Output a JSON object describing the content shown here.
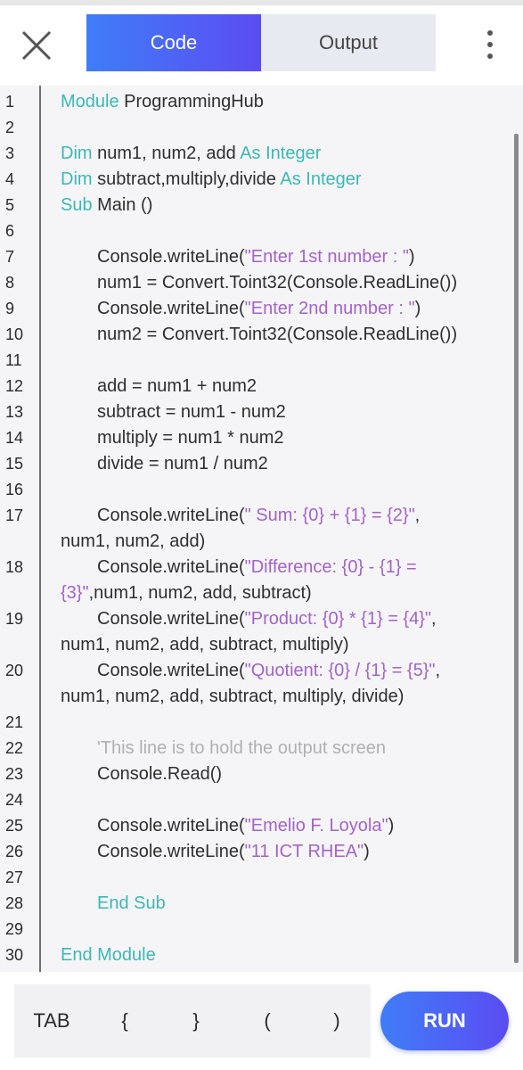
{
  "header": {
    "tabs": [
      {
        "label": "Code",
        "active": true
      },
      {
        "label": "Output",
        "active": false
      }
    ],
    "close_icon": "close-icon",
    "more_icon": "more-vertical-icon"
  },
  "colors": {
    "accent_start": "#3f7df8",
    "accent_end": "#5b4cf2",
    "keyword": "#3cb8b6",
    "string": "#a463c7",
    "comment": "#b0b0b0"
  },
  "editor": {
    "lines": [
      {
        "n": "1",
        "indent": 0,
        "parts": [
          {
            "t": "Module",
            "c": "kw"
          },
          {
            "t": " ProgrammingHub",
            "c": ""
          }
        ]
      },
      {
        "n": "2",
        "indent": 0,
        "parts": []
      },
      {
        "n": "3",
        "indent": 0,
        "parts": [
          {
            "t": "Dim",
            "c": "kw"
          },
          {
            "t": " num1, num2, add ",
            "c": ""
          },
          {
            "t": "As Integer",
            "c": "kw"
          }
        ]
      },
      {
        "n": "4",
        "indent": 0,
        "parts": [
          {
            "t": "Dim",
            "c": "kw"
          },
          {
            "t": " subtract,multiply,divide ",
            "c": ""
          },
          {
            "t": "As Integer",
            "c": "kw"
          }
        ]
      },
      {
        "n": "5",
        "indent": 0,
        "parts": [
          {
            "t": "Sub",
            "c": "kw"
          },
          {
            "t": " Main ()",
            "c": ""
          }
        ]
      },
      {
        "n": "6",
        "indent": 0,
        "parts": []
      },
      {
        "n": "7",
        "indent": 1,
        "parts": [
          {
            "t": "Console.writeLine(",
            "c": ""
          },
          {
            "t": "\"Enter 1st number : \"",
            "c": "str"
          },
          {
            "t": ")",
            "c": ""
          }
        ]
      },
      {
        "n": "8",
        "indent": 1,
        "parts": [
          {
            "t": "num1 = Convert.Toint32(Console.ReadLine())",
            "c": ""
          }
        ]
      },
      {
        "n": "9",
        "indent": 1,
        "parts": [
          {
            "t": "Console.writeLine(",
            "c": ""
          },
          {
            "t": "\"Enter 2nd number : \"",
            "c": "str"
          },
          {
            "t": ")",
            "c": ""
          }
        ]
      },
      {
        "n": "10",
        "indent": 1,
        "parts": [
          {
            "t": "num2 = Convert.Toint32(Console.ReadLine())",
            "c": ""
          }
        ]
      },
      {
        "n": "11",
        "indent": 0,
        "parts": []
      },
      {
        "n": "12",
        "indent": 1,
        "parts": [
          {
            "t": "add = num1 + num2",
            "c": ""
          }
        ]
      },
      {
        "n": "13",
        "indent": 1,
        "parts": [
          {
            "t": "subtract = num1 - num2",
            "c": ""
          }
        ]
      },
      {
        "n": "14",
        "indent": 1,
        "parts": [
          {
            "t": "multiply = num1 * num2",
            "c": ""
          }
        ]
      },
      {
        "n": "15",
        "indent": 1,
        "parts": [
          {
            "t": "divide = num1 / num2",
            "c": ""
          }
        ]
      },
      {
        "n": "16",
        "indent": 0,
        "parts": []
      },
      {
        "n": "17",
        "indent": 1,
        "parts": [
          {
            "t": "Console.writeLine(",
            "c": ""
          },
          {
            "t": "\" Sum: {0} + {1} = {2}\"",
            "c": "str"
          },
          {
            "t": ",",
            "c": ""
          }
        ]
      },
      {
        "n": "",
        "indent": 0,
        "parts": [
          {
            "t": "num1, num2, add)",
            "c": ""
          }
        ]
      },
      {
        "n": "18",
        "indent": 1,
        "parts": [
          {
            "t": "Console.writeLine(",
            "c": ""
          },
          {
            "t": "\"Difference: {0} - {1} =",
            "c": "str"
          }
        ]
      },
      {
        "n": "",
        "indent": 0,
        "parts": [
          {
            "t": "{3}\"",
            "c": "str"
          },
          {
            "t": ",num1, num2, add, subtract)",
            "c": ""
          }
        ]
      },
      {
        "n": "19",
        "indent": 1,
        "parts": [
          {
            "t": "Console.writeLine(",
            "c": ""
          },
          {
            "t": "\"Product: {0} * {1} = {4}\"",
            "c": "str"
          },
          {
            "t": ",",
            "c": ""
          }
        ]
      },
      {
        "n": "",
        "indent": 0,
        "parts": [
          {
            "t": "num1, num2, add, subtract, multiply)",
            "c": ""
          }
        ]
      },
      {
        "n": "20",
        "indent": 1,
        "parts": [
          {
            "t": "Console.writeLine(",
            "c": ""
          },
          {
            "t": "\"Quotient: {0} / {1} = {5}\"",
            "c": "str"
          },
          {
            "t": ",",
            "c": ""
          }
        ]
      },
      {
        "n": "",
        "indent": 0,
        "parts": [
          {
            "t": "num1, num2, add, subtract, multiply, divide)",
            "c": ""
          }
        ]
      },
      {
        "n": "21",
        "indent": 0,
        "parts": []
      },
      {
        "n": "22",
        "indent": 1,
        "parts": [
          {
            "t": "'This line is to hold the output screen",
            "c": "cm"
          }
        ]
      },
      {
        "n": "23",
        "indent": 1,
        "parts": [
          {
            "t": "Console.Read()",
            "c": ""
          }
        ]
      },
      {
        "n": "24",
        "indent": 0,
        "parts": []
      },
      {
        "n": "25",
        "indent": 1,
        "parts": [
          {
            "t": "Console.writeLine(",
            "c": ""
          },
          {
            "t": "\"Emelio F. Loyola\"",
            "c": "str"
          },
          {
            "t": ")",
            "c": ""
          }
        ]
      },
      {
        "n": "26",
        "indent": 1,
        "parts": [
          {
            "t": "Console.writeLine(",
            "c": ""
          },
          {
            "t": "\"11 ICT RHEA\"",
            "c": "str"
          },
          {
            "t": ")",
            "c": ""
          }
        ]
      },
      {
        "n": "27",
        "indent": 0,
        "parts": []
      },
      {
        "n": "28",
        "indent": 1,
        "parts": [
          {
            "t": "End Sub",
            "c": "kw"
          }
        ]
      },
      {
        "n": "29",
        "indent": 0,
        "parts": []
      },
      {
        "n": "30",
        "indent": 0,
        "parts": [
          {
            "t": "End Module",
            "c": "kw"
          }
        ]
      }
    ]
  },
  "footer": {
    "keys": [
      "TAB",
      "{",
      "}",
      "(",
      ")"
    ],
    "run_label": "RUN"
  }
}
